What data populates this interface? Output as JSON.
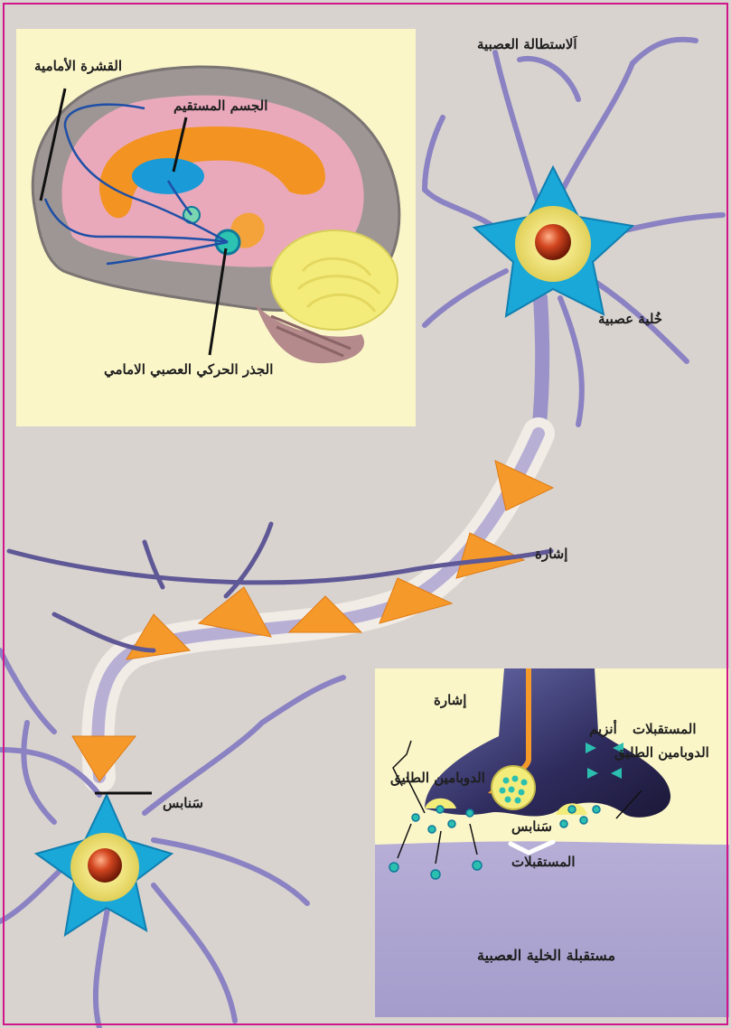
{
  "labels": {
    "frontal_cortex": "القشرة الأمامية",
    "striatum": "الجسم المستقيم",
    "ventral_tegmental": "الجذر الحركي العصبي الامامي",
    "dendrite": "اَلاستطالة العصبية",
    "neuron": "خُلية عصبية",
    "signal_main": "إشارة",
    "synapse_left": "سَنابس",
    "signal_inset": "إشارة",
    "receptors_inset": "المستقبلات",
    "enzyme": "أنزيم",
    "free_dopamine_right": "الدوبامين الطليق",
    "free_dopamine_left": "الدوبامين الطليق",
    "synapse_inset": "سَنابس",
    "receptors_bottom": "المستقبلات",
    "receiving_neuron": "مستقبلة الخلية العصبية"
  },
  "colors": {
    "border": "#d0168a",
    "neuron_body": "#19a8d8",
    "dopamine": "#2bbfb0",
    "signal_arrow": "#f59a2a"
  }
}
